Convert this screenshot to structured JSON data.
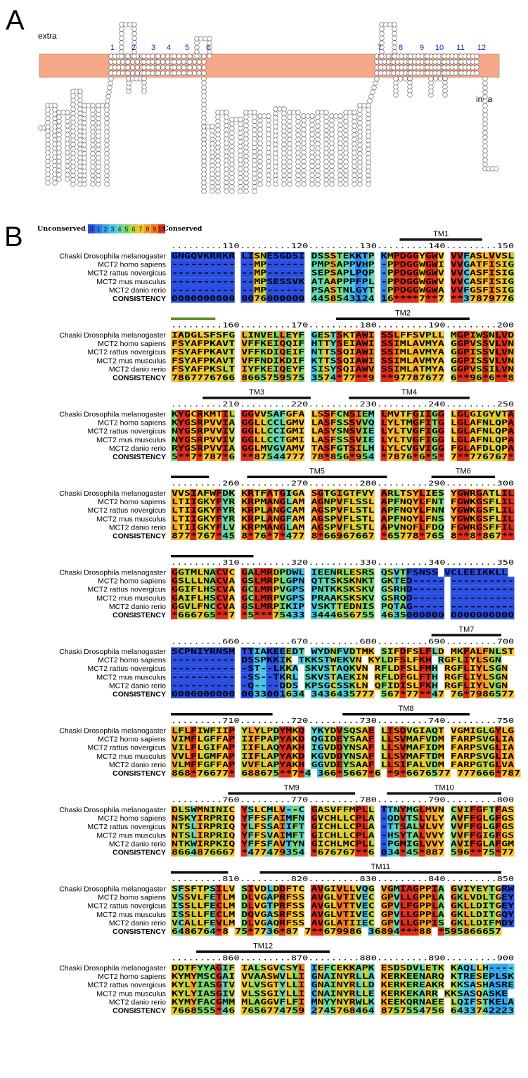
{
  "panel_a": {
    "letter": "A",
    "extra_label": "extra",
    "intra_label": "intra",
    "tm_numbers": [
      "1",
      "2",
      "3",
      "4",
      "5",
      "6",
      "7",
      "8",
      "9",
      "10",
      "11",
      "12"
    ],
    "membrane_color": "#f7a889"
  },
  "panel_b": {
    "letter": "B",
    "legend": {
      "left": "Unconserved",
      "right": "Conserved",
      "scale": [
        "0",
        "1",
        "2",
        "3",
        "4",
        "5",
        "6",
        "7",
        "8",
        "9",
        "10"
      ]
    },
    "colors": {
      "0": "#2a4fe0",
      "1": "#2f7fe8",
      "2": "#35a6ea",
      "3": "#47c4e6",
      "4": "#5fd6b4",
      "5": "#7fd86a",
      "6": "#c4d23f",
      "7": "#f5c52e",
      "8": "#f4a329",
      "9": "#f07a1a",
      "10": "#e4321e",
      "*": "#de2c1a",
      "-": "#5fd6b4"
    },
    "species": [
      "Chaski Drosophila melanogaster",
      "MCT2 homo sapiens",
      "MCT2 rattus novergicus",
      "MCT2 mus musculus",
      "MCT2 danio rerio"
    ],
    "consistency_label": "CONSISTENCY",
    "blocks": [
      {
        "start": 101,
        "ruler": [
          ".........110.........120.........130.........140.........150"
        ],
        "tms": [
          {
            "label": "TM1",
            "from": 36,
            "to": 49
          }
        ],
        "rows": [
          "GNGQVKRRKR LISNESGDSI DSSSTEKKTP KMPDGGYGWV VVFASLVVSL",
          "---------- --MP------ PMPSAPPVHP -PPDGGWGWI VVGATFISIG",
          "---------- --MP------ SEPSAPLPQP -PPDGGWGWV VVCASFISIG",
          "---------- --MPSESSVK ATAAPPPFPL -PPDGGWGWV VVCASFISIG",
          "---------- --MP------ PSASTNLGYT -PPDGGWGWA VVFGSFISIG"
        ],
        "consistency": "0000000000 0076000000 4458543124 16****7**7 **37879776"
      },
      {
        "start": 151,
        "ruler": [
          ".........160.........170.........180.........190.........200"
        ],
        "tms": [
          {
            "label": "",
            "from": 0,
            "to": 7,
            "green": true
          },
          {
            "label": "TM2",
            "from": 26,
            "to": 47
          }
        ],
        "rows": [
          "IADGLSFSFG LINVELLEYF GESTSKTAWI SSLFFSVPLL MGPIWSNLVD",
          "FSYAFPKAVT VFFKEIQQIF HTTYSEIAWI SSIMLAVMYA GGPVSSVLVN",
          "FSYAFPKAVT VFFKDIQEIF NTTSSQIAWI SSIMLAVMYA GGPISSVLVN",
          "FSYAFPKAVT VFFNDIKDIF KTTSSQIAWI SSIMLAVMYA GGPISSVLVN",
          "FSYAFPKSLT IYFKEIQEYF SISYSQIAWV SSIMLATMYA GGPVSSILVN"
        ],
        "consistency": "7867776766 8665759575 3574*77**9 **97787677 6**96*6**8"
      },
      {
        "start": 201,
        "ruler": [
          ".........210.........220.........230.........240.........250"
        ],
        "tms": [
          {
            "label": "TM3",
            "from": 5,
            "to": 22
          },
          {
            "label": "TM4",
            "from": 28,
            "to": 47
          }
        ],
        "rows": [
          "KYGCRKMTIL GGVVSAFGFA LSSFCNSIEM LMVTFGIIGG LGLGIGYVTA",
          "KYGSRPVVIA GGLLCCLGMV LASFSSSVVQ LYLTMGFITG LGLAFNLQPA",
          "NYGSRPVVIV GGLLCCIGMI LASYSNSVIE LYLTVGFIGG LGLAFNLQPA",
          "NYGSRPVVIV GGLLCCTGMI LASFSSSVIE LYLTVGFIGG LGLAFNLQPA",
          "RYGSRPVVIA GGLMVGVAMV TASFGTSILH LYLCVGVIGG FGLAFDLQPA"
        ],
        "consistency": "5**7*787*6 **87544777 78*856*954 *7876*6*5* 7**776767*"
      },
      {
        "start": 251,
        "ruler": [
          ".........260.........270.........280.........290.........300"
        ],
        "tms": [
          {
            "label": "",
            "from": 0,
            "to": 6
          },
          {
            "label": "TM5",
            "from": 12,
            "to": 34
          },
          {
            "label": "TM6",
            "from": 41,
            "to": 51
          }
        ],
        "rows": [
          "VVSIAFWFDK KRTFATGIGA SGTGIGTFVY ARLTSYLIES YGWRGATLIL",
          "LTIIGKYFYR KRPMANGLAM AGNPVFLSSL APFNQYLFNT FGWKGSFLIL",
          "LTIIGKYFYR KRPLANGCAM AGSPVFLSTL APFNQYLFNN YGWKGSFLIL",
          "LTIIGKYFYR KRPLANGFAM AGSPVFLSTL APFNQYLFNS YGWKGSFLIL",
          "LTIIGKYFLV KRPMANGLAM AGSPVFLSTL APVNQFLFDQ FGWRGSFFIL"
        ],
        "consistency": "877*767*45 8*76*7*477 8*66967667 *65778*765 8**8*867**"
      },
      {
        "start": 301,
        "ruler": [
          ".........310.........320.........330.........340.........350"
        ],
        "tms": [
          {
            "label": "",
            "from": 0,
            "to": 13
          }
        ],
        "rows": [
          "GGTMLNACVC GALMRDPDWL IEENRLESRS QSVTFSNSS VCLEEIKKLL",
          "GSLLLNACVA GSLMRPLGPN QTTSKSKNKT GKTED----- ----------",
          "GGIFLHSCVA GCLMRPVGPS PNTKKSKSKV GSRHD----- ----------",
          "GAIFLHSCVA GCLMRPVGPS PRAAKSKSKV GSRQD----- ----------",
          "GGVLFNCCVA GSLMRPIKIP VSKTTEDNIS PQTAG----- ----------"
        ],
        "consistency": "*666765**7 *5***75433 3444656755 4635000000 0000000000"
      },
      {
        "start": 651,
        "ruler": [
          ".........660.........670.........680.........690.........700"
        ],
        "tms": [
          {
            "label": "TM7",
            "from": 41,
            "to": 52
          }
        ],
        "rows": [
          "SCPNIYRNSM TTIAKEEEDT WYDNFVDTMK SIFDFSLFLD MKFALFNLST",
          "---------- DSSPKKIK TKKSTWEKVN KYLDFSLFKH RGFLIYLSGN",
          "---------- -ST--LKKA SKVSTAQKVN RFLDFSLFMH RGFLIYLSGN",
          "---------- -SS--TKRL SKVSTAEKIN RFLDFGLFTH RGFLIYLSGN",
          "---------- -Q----DDS KPSGCSSKLN QFIDISLFKH RGFLIYLVGN"
        ],
        "consistency": "0000000000 0033001634 3436435777 567*77**47 76*7986577"
      },
      {
        "start": 701,
        "ruler": [
          ".........710.........720.........730.........740.........750"
        ],
        "tms": [
          {
            "label": "",
            "from": 0,
            "to": 16
          },
          {
            "label": "TM8",
            "from": 27,
            "to": 47
          }
        ],
        "rows": [
          "LFLFIWFIIP YLYLPDYMKQ YKYDVSQSAE LISDVGIAQT VGMIGLGYLG",
          "VIMFLGFFAP IIFPAPYAKD QGIDEYSAAF LLSVMAFVDM FARPSVGLIA",
          "VILFLGIFAP IIFLAQYAKH IGVDDYNSAF LLSVMAFIDM FARPSVGLIA",
          "VVLFLGMFAP IIFLAPYAKD KGVDDYNSAF LLSVMAFTDM FARPSVGLIA",
          "VLMFFGFFAP VVFLAPYAKH GGVDEYSAAF LLSIFALVDM FARPGTGLVA"
        ],
        "consistency": "868*76677* 688675**7*4 366*5667*6 *9*6676577 777666*787"
      },
      {
        "start": 751,
        "ruler": [
          ".........760.........770.........780.........790.........800"
        ],
        "tms": [
          {
            "label": "TM9",
            "from": 9,
            "to": 29
          },
          {
            "label": "TM10",
            "from": 34,
            "to": 52
          }
        ],
        "rows": [
          "DLSWMNINIC YSLCMLV--C GASVFFMPLL TTNYMGLMVN CVIFGFTFAS",
          "NSKYIRPRIQ YFFSFAIMFN GVCHLLCPLA -QDVTSLVLY AVFFGLGFGS",
          "NTSLIRPRIQ YLFSSAIIFT GICHLLCPLA -TTSALVLVY VVFFGLGFGS",
          "NTSLIRPRIQ YFFSVAIMFT GICHLLCPLA -HSYTALVVY VVFFGIGFGS",
          "NTKWIRPKIQ YFFSFAVTYN GICHLMCPLL -PGMIGLVVY AVIFGLAFGM"
        ],
        "consistency": "8664876667 *477479354 *676767**6 034*45*887 596**75*77"
      },
      {
        "start": 801,
        "ruler": [
          ".........810.........820.........830.........840.........850"
        ],
        "tms": [
          {
            "label": "",
            "from": 0,
            "to": 9
          },
          {
            "label": "TM11",
            "from": 14,
            "to": 52
          }
        ],
        "rows": [
          "SFSFTPSILV SIVDLDDFTC AVGIVLLVQG VGMIAGPPIA GVIYEYTGRW",
          "VSSVLFETLM DLVGAPRFSS AVGLVTIVEC GPVLLGPPLA GKLVDLTGEY",
          "ISSLLFECLM DLVGTPRFSS AVGLVTTVEC GPVLFGPPLA GKLLDITGEY",
          "ISSLLFECLM DQVGASRFSS AVGLVTIVEC GPVLLGPPLA GKLLDITGQY",
          "VCALLFEVLM DLVGAQRFSS AVGLATIIEC GPVLLGPPIS GKLLDIFMDY"
        ],
        "consistency": "6486764*8 75*7736*87 7**679986 36894***88 *595866657"
      },
      {
        "start": 851,
        "ruler": [
          ".........860.........870.........880.........890.........900"
        ],
        "tms": [
          {
            "label": "TM12",
            "from": 4,
            "to": 25
          }
        ],
        "rows": [
          "DDTFYYAGIF IALSGVCSYL IEFCEKKAPK ESDSDVLETK KAQLLH----",
          "KYMYMSCGAI VVAASWVLLI GNAINYRLLA KERKEENARQ KTRESEPLSK",
          "KYLYIASGTV VLVSGTYLLI GNAINYRLLD KERKEREAKR KKSASHASRE",
          "KYLYIASGIV VLSSGIYLLI CNAINYRLLE KERKEKARR KKSASQASKE",
          "KYMYFACGMM MLAGGVFLFI MNYYNYRWLK KEEKQRNAEE LQIFSTKELA"
        ],
        "consistency": "7668555*46 7656774759 2745768464 8757554756 6433742223"
      }
    ]
  }
}
